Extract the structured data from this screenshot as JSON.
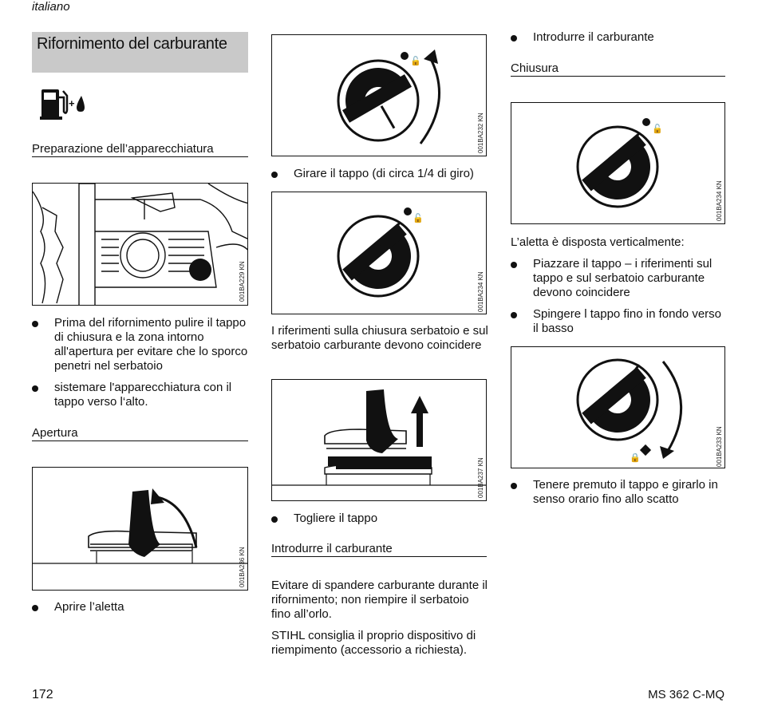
{
  "header": {
    "language": "italiano"
  },
  "section_title": "Rifornimento del carburante",
  "icon_fuel": "fuel-pump-plus-drop-icon",
  "col1": {
    "heading_preparation": "Preparazione dell’apparecchiatura",
    "fig1_code": "001BA229 KN",
    "bullet1": "Prima del rifornimento pulire il tappo di chiusura e la zona intorno all'apertura per evitare che lo sporco penetri nel serbatoio",
    "bullet2": "sistemare l'apparecchiatura con il tappo verso l‘alto.",
    "heading_opening": "Apertura",
    "fig2_code": "001BA236 KN",
    "bullet3": "Aprire l’aletta"
  },
  "col2": {
    "fig3_code": "001BA232 KN",
    "bullet4": "Girare il tappo (di circa 1/4 di giro)",
    "fig4_code": "001BA234 KN",
    "para1": "I riferimenti sulla chiusura serbatoio e sul serbatoio carburante devono coincidere",
    "fig5_code": "001BA237 KN",
    "bullet5": "Togliere il tappo",
    "heading_fuel": "Introdurre il carburante",
    "para2": "Evitare di spandere carburante durante il rifornimento; non riempire il serbatoio fino all’orlo.",
    "para3": "STIHL consiglia il proprio dispositivo di riempimento (accessorio a richiesta)."
  },
  "col3": {
    "bullet6": "Introdurre il carburante",
    "heading_closing": "Chiusura",
    "fig6_code": "001BA234 KN",
    "para4": "L’aletta è disposta verticalmente:",
    "bullet7": "Piazzare il tappo – i riferimenti sul tappo e sul serbatoio carburante devono coincidere",
    "bullet8": "Spingere l tappo fino in fondo verso il basso",
    "fig7_code": "001BA233 KN",
    "bullet9": "Tenere premuto il tappo e girarlo in senso orario fino allo scatto"
  },
  "footer": {
    "page_number": "172",
    "model": "MS 362 C-MQ"
  }
}
